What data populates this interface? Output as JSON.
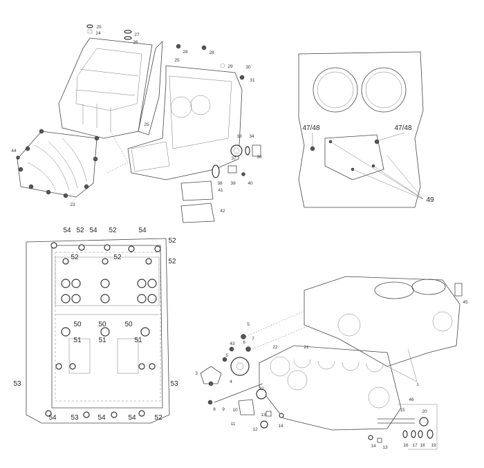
{
  "figure": {
    "exploded_crankcase_labels": [
      "25",
      "24",
      "27",
      "26",
      "28",
      "28",
      "25",
      "29",
      "30",
      "31",
      "25",
      "33",
      "34",
      "36",
      "37",
      "38",
      "39",
      "40",
      "41",
      "42",
      "44",
      "23"
    ],
    "crankcase_top_view_labels": [
      "47/48",
      "47/48",
      "49"
    ],
    "crankcase_bottom_view_labels": [
      "54",
      "52",
      "54",
      "52",
      "54",
      "52",
      "52",
      "52",
      "52",
      "50",
      "50",
      "50",
      "51",
      "51",
      "51",
      "53",
      "53",
      "54",
      "53",
      "54",
      "54",
      "52"
    ],
    "engine_block_labels": [
      "45",
      "5",
      "43",
      "6",
      "7",
      "5",
      "22",
      "21",
      "3",
      "4",
      "32",
      "8",
      "9",
      "10",
      "11",
      "12",
      "13",
      "14",
      "1",
      "46",
      "15",
      "20",
      "14",
      "13",
      "16",
      "17",
      "18",
      "19"
    ]
  }
}
